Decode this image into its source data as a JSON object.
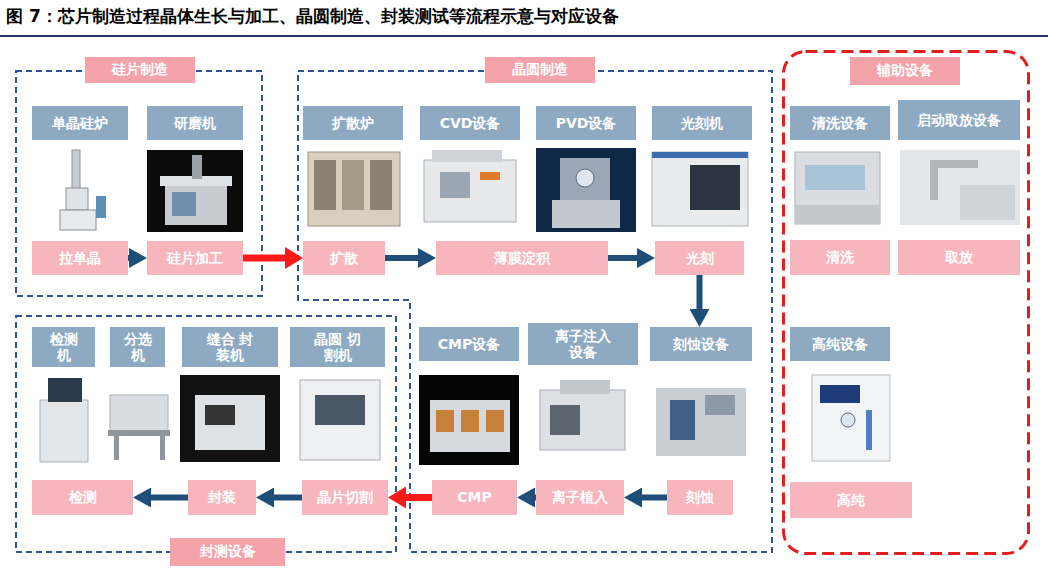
{
  "diagram": {
    "title": "图 7：芯片制造过程晶体生长与加工、晶圆制造、封装测试等流程示意与对应设备",
    "nodes": [
      {
        "text": [
          "硅片制造"
        ]
      },
      {
        "text": [
          "单晶硅炉"
        ],
        "in": 0
      },
      {
        "text": [
          "研磨机"
        ],
        "in": 0
      },
      {
        "text": [
          "拉单晶"
        ],
        "in": 0
      },
      {
        "text": [
          "硅片加工"
        ],
        "in": 0
      },
      {
        "text": [
          "晶圆制造"
        ]
      },
      {
        "text": [
          "扩散炉"
        ],
        "in": 5
      },
      {
        "text": [
          "CVD设备"
        ],
        "in": 5
      },
      {
        "text": [
          "PVD设备"
        ],
        "in": 5
      },
      {
        "text": [
          "光刻机"
        ],
        "in": 5
      },
      {
        "text": [
          "扩散"
        ],
        "in": 5
      },
      {
        "text": [
          "薄膜淀积"
        ],
        "in": 5
      },
      {
        "text": [
          "光刻"
        ],
        "in": 5
      },
      {
        "text": [
          "CMP设备"
        ],
        "in": 5
      },
      {
        "text": [
          "离子注入 设备"
        ],
        "in": 5
      },
      {
        "text": [
          "刻蚀设备"
        ],
        "in": 5
      },
      {
        "text": [
          "CMP"
        ],
        "in": 5
      },
      {
        "text": [
          "离子植入"
        ],
        "in": 5
      },
      {
        "text": [
          "刻蚀"
        ],
        "in": 5
      },
      {
        "text": [
          "封测设备"
        ]
      },
      {
        "text": [
          "检测 机"
        ],
        "in": 19
      },
      {
        "text": [
          "分选 机"
        ],
        "in": 19
      },
      {
        "text": [
          "缝合 封装机"
        ],
        "in": 19
      },
      {
        "text": [
          "晶圆 切割机"
        ],
        "in": 19
      },
      {
        "text": [
          "检测"
        ],
        "in": 19
      },
      {
        "text": [
          "封装"
        ],
        "in": 19
      },
      {
        "text": [
          "晶片切割"
        ],
        "in": 19
      },
      {
        "text": [
          "辅助设备"
        ]
      },
      {
        "text": [
          "清洗设备"
        ],
        "in": 27
      },
      {
        "text": [
          "启动取放设备"
        ],
        "in": 27
      },
      {
        "text": [
          "清洗"
        ],
        "in": 27
      },
      {
        "text": [
          "取放"
        ],
        "in": 27
      },
      {
        "text": [
          "高纯设备"
        ],
        "in": 27
      },
      {
        "text": [
          "高纯"
        ],
        "in": 27
      }
    ],
    "edges": [
      {
        "from": 3,
        "to": 4,
        "arrow": "to"
      },
      {
        "from": 4,
        "to": 10,
        "arrow": "to"
      },
      {
        "from": 10,
        "to": 11,
        "arrow": "to"
      },
      {
        "from": 11,
        "to": 12,
        "arrow": "to"
      },
      {
        "from": 12,
        "to": 15,
        "arrow": "to"
      },
      {
        "from": 18,
        "to": 17,
        "arrow": "to"
      },
      {
        "from": 17,
        "to": 16,
        "arrow": "to"
      },
      {
        "from": 16,
        "to": 26,
        "arrow": "to"
      },
      {
        "from": 26,
        "to": 25,
        "arrow": "to"
      },
      {
        "from": 25,
        "to": 24,
        "arrow": "to"
      }
    ]
  }
}
